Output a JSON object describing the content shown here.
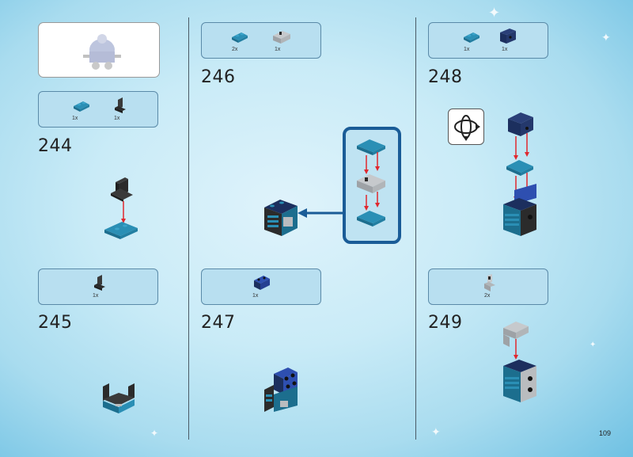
{
  "steps": {
    "s244": {
      "number": "244",
      "parts": [
        {
          "qty": "1x"
        },
        {
          "qty": "1x"
        }
      ]
    },
    "s245": {
      "number": "245",
      "parts": [
        {
          "qty": "1x"
        }
      ]
    },
    "s246": {
      "number": "246",
      "parts": [
        {
          "qty": "2x"
        },
        {
          "qty": "1x"
        }
      ]
    },
    "s247": {
      "number": "247",
      "parts": [
        {
          "qty": "1x"
        }
      ]
    },
    "s248": {
      "number": "248",
      "parts": [
        {
          "qty": "1x"
        },
        {
          "qty": "1x"
        }
      ]
    },
    "s249": {
      "number": "249",
      "parts": [
        {
          "qty": "2x"
        }
      ]
    }
  },
  "page_number": "109",
  "colors": {
    "teal": "#2a8fb5",
    "teal_dark": "#1c6e8e",
    "navy": "#1c2f5e",
    "black": "#2b2b2b",
    "grey": "#b9bcbf",
    "arrow_red": "#e0282e",
    "callout_blue": "#b8dff0",
    "sub_border": "#1a5c97"
  },
  "icons": {
    "rotate": "rotate-model-icon",
    "progress": "completed-model-preview"
  }
}
